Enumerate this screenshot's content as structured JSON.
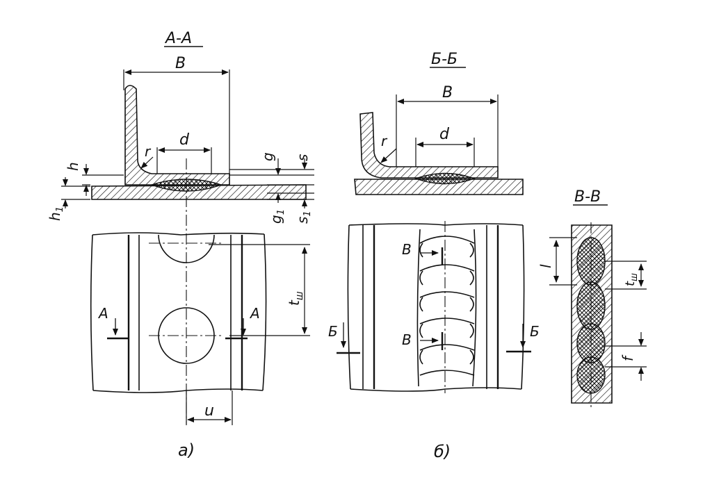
{
  "section_titles": {
    "aa": "А-А",
    "bb": "Б-Б",
    "vv": "В-В"
  },
  "dimensions": {
    "B_a": "B",
    "d_a": "d",
    "r_a": "r",
    "h": "h",
    "h1": "h",
    "h1_sub": "1",
    "g": "g",
    "g1": "g",
    "g1_sub": "1",
    "s": "s",
    "s1": "s",
    "s1_sub": "1",
    "tsh_a": "t",
    "tsh_a_sub": "ш",
    "u": "u",
    "B_b": "B",
    "d_b": "d",
    "r_b": "r",
    "l": "l",
    "tsh_v": "t",
    "tsh_v_sub": "ш",
    "f": "f"
  },
  "cut_marks": {
    "a_left": "A",
    "a_right": "A",
    "b_left": "Б",
    "b_right": "Б",
    "v_top": "В",
    "v_bottom": "В"
  },
  "captions": {
    "a": "а)",
    "b": "б)"
  }
}
